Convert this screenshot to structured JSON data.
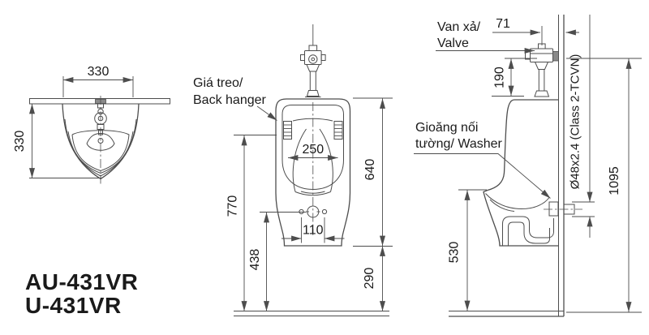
{
  "colors": {
    "background": "#ffffff",
    "line": "#4d4d4d",
    "text": "#1a1a1a"
  },
  "models": {
    "line1": "AU-431VR",
    "line2": "U-431VR"
  },
  "top_view": {
    "dim_width": "330",
    "dim_depth": "330"
  },
  "front_view": {
    "back_hanger_label_1": "Giá treo/",
    "back_hanger_label_2": "Back hanger",
    "dim_rim_width": "250",
    "dim_bolt_spacing": "110",
    "dim_body_height": "640",
    "dim_hanger_height": "770",
    "dim_spud_height": "438",
    "dim_bottom_height": "290"
  },
  "side_view": {
    "valve_label_1": "Van xả/",
    "valve_label_2": "Valve",
    "washer_label_1": "Gioăng nối",
    "washer_label_2": "tường/ Washer",
    "dim_valve_to_wall": "71",
    "dim_valve_height": "190",
    "dim_outlet_height": "530",
    "dim_supply_height": "1095",
    "pipe_spec": "Ø48x2.4 (Class 2-TCVN)"
  }
}
